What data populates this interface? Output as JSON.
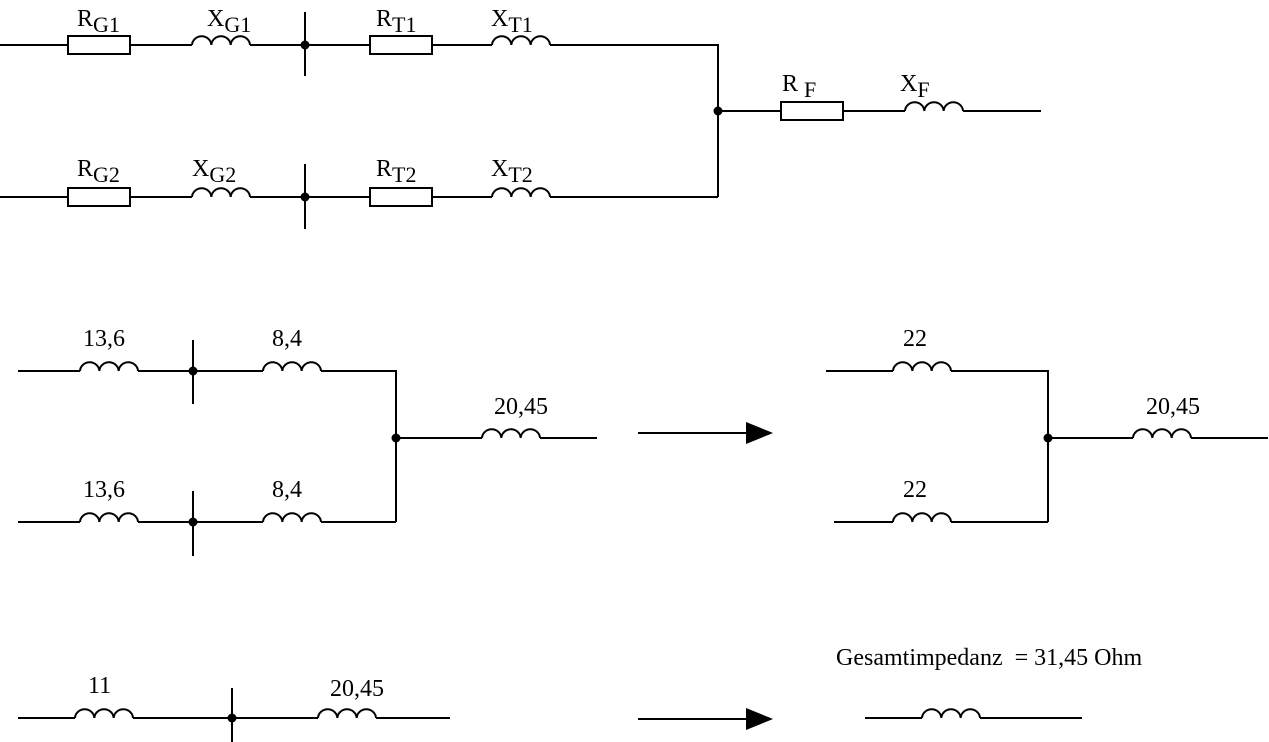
{
  "top": {
    "rg1": {
      "main": "R",
      "sub": "G1"
    },
    "xg1": {
      "main": "X",
      "sub": "G1"
    },
    "rt1": {
      "main": "R",
      "sub": "T1"
    },
    "xt1": {
      "main": "X",
      "sub": "T1"
    },
    "rg2": {
      "main": "R",
      "sub": "G2"
    },
    "xg2": {
      "main": "X",
      "sub": "G2"
    },
    "rt2": {
      "main": "R",
      "sub": "T2"
    },
    "xt2": {
      "main": "X",
      "sub": "T2"
    },
    "rf": {
      "main": "R",
      "sub": "F"
    },
    "xf": {
      "main": "X",
      "sub": "F"
    }
  },
  "middle": {
    "left_xg1": "13,6",
    "left_xt1": "8,4",
    "left_xg2": "13,6",
    "left_xt2": "8,4",
    "left_xf": "20,45",
    "right_x1": "22",
    "right_x2": "22",
    "right_xf": "20,45"
  },
  "bottom": {
    "x_par": "11",
    "x_f": "20,45",
    "result": "Gesamtimpedanz  = 31,45 Ohm"
  }
}
